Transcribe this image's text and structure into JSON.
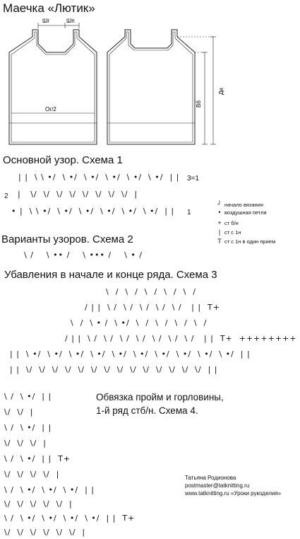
{
  "title": "Маечка «Лютик»",
  "drawing": {
    "label_shg": "Шг",
    "label_shp": "Шп",
    "label_og2": "Ог/2",
    "label_vb": "Вб",
    "label_di": "Ди"
  },
  "scheme1": {
    "title": "Основной узор. Схема 1",
    "row3_tag": "3=1",
    "row2_tag": "2",
    "row1_tag": "1"
  },
  "legend": {
    "items": [
      {
        "glyph": "╯",
        "text": "начало вязания"
      },
      {
        "glyph": "•",
        "text": "воздушная петля"
      },
      {
        "glyph": "+",
        "text": "ст б/н"
      },
      {
        "glyph": "|",
        "text": "ст с 1н"
      },
      {
        "glyph": "T",
        "text": "ст с 1н в один прием"
      }
    ]
  },
  "scheme2": {
    "title": "Варианты узоров. Схема 2"
  },
  "scheme3": {
    "title": "Убавления в начале и конце ряда. Схема 3"
  },
  "scheme4": {
    "line1": "Обвязка пройм и горловины,",
    "line2": "1-й ряд стб/н. Схема 4."
  },
  "author": {
    "name": "Татьяна Родионова",
    "email": "postmaster@tatknitting.ru",
    "site": "www.tatknitting.ru «Уроки рукоделия»"
  },
  "chart_rows": {
    "s1_r3": "| |  \\ \\ •/  \\ •/  \\ •/  \\ •/  \\ •/  \\ •/  | |",
    "s1_r2": "  |   \\/  \\/  \\/  \\/  \\/  \\/  \\/  \\/  |",
    "s1_r1": "• |  \\ \\ •/  \\ •/  \\ •/  \\ •/  \\ •/  \\ •/  | |",
    "s2": "\\ /    \\ •• /    \\ ••• /    \\ • /",
    "s3_r1": "\\  /  \\  /  \\  /  \\  /  \\  /",
    "s3_r2": "/ | |  \\ /  \\ /  \\ /  \\ /  \\ /   | |  T+",
    "s3_r3": "\\  /  \\ • /  \\ •/  \\  /  \\  /  \\  /  \\  /",
    "s3_r4": "/ | |  \\ /  \\ /  \\ /  \\ /  \\ /  \\ /  \\ /   | |  T+  ++++++++",
    "s3_r5": "| |  \\ •/  \\ •/  \\ •/  \\ •/  \\ •/  \\ •/  \\ •/  \\ •/  \\ •/  \\ •/  | |",
    "s3_r6": "| |  \\/  \\/  \\/  \\/  \\/  \\/  \\/  \\/  \\/  \\/  \\/  \\/  \\/  \\/  | |",
    "s4_r1": "\\ /  \\ •/  | |",
    "s4_r2": "\\/  \\/  |",
    "s4_r3": "\\ /  \\ •/  | |",
    "s4_r4": "\\/  \\/  \\/  |",
    "s4_r5": "\\ /  \\ •/  | |  T+",
    "s4_r6": "\\/  \\/  \\/  \\/  |",
    "s4_r7": "\\ /  \\ •/  \\ •/  \\ •/  | |",
    "s4_r8": "\\/  \\/  \\/  \\/  \\/  |",
    "s4_r9": "\\ /  \\ •/  \\ •/  \\ •/  \\ •/  | |  T+",
    "s4_r10": "\\/  \\/  \\/  \\/  \\/  \\/  |"
  }
}
